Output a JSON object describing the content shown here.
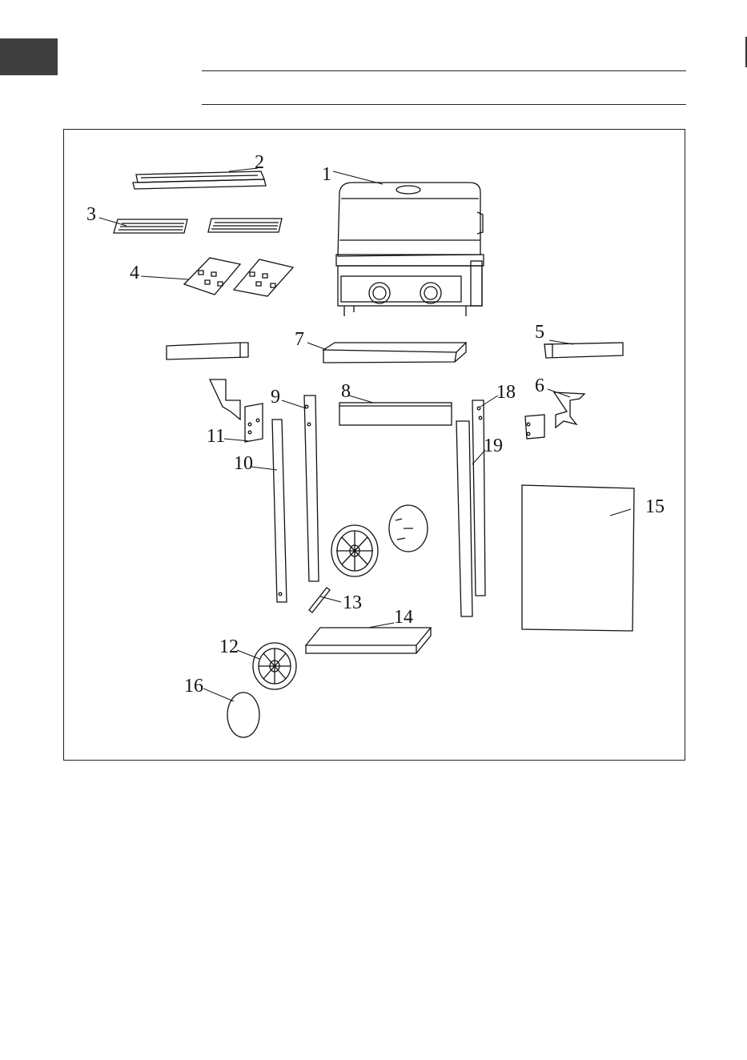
{
  "header": {
    "tab_color": "#3f3f3f"
  },
  "diagram": {
    "title": "",
    "parts": [
      {
        "id": "part-1",
        "label": "1"
      },
      {
        "id": "part-2",
        "label": "2"
      },
      {
        "id": "part-3",
        "label": "3"
      },
      {
        "id": "part-4",
        "label": "4"
      },
      {
        "id": "part-5",
        "label": "5"
      },
      {
        "id": "part-6",
        "label": "6"
      },
      {
        "id": "part-7",
        "label": "7"
      },
      {
        "id": "part-8",
        "label": "8"
      },
      {
        "id": "part-9",
        "label": "9"
      },
      {
        "id": "part-10",
        "label": "10"
      },
      {
        "id": "part-11",
        "label": "11"
      },
      {
        "id": "part-12",
        "label": "12"
      },
      {
        "id": "part-13",
        "label": "13"
      },
      {
        "id": "part-14",
        "label": "14"
      },
      {
        "id": "part-15",
        "label": "15"
      },
      {
        "id": "part-16",
        "label": "16"
      },
      {
        "id": "part-18",
        "label": "18"
      },
      {
        "id": "part-19",
        "label": "19"
      }
    ]
  }
}
